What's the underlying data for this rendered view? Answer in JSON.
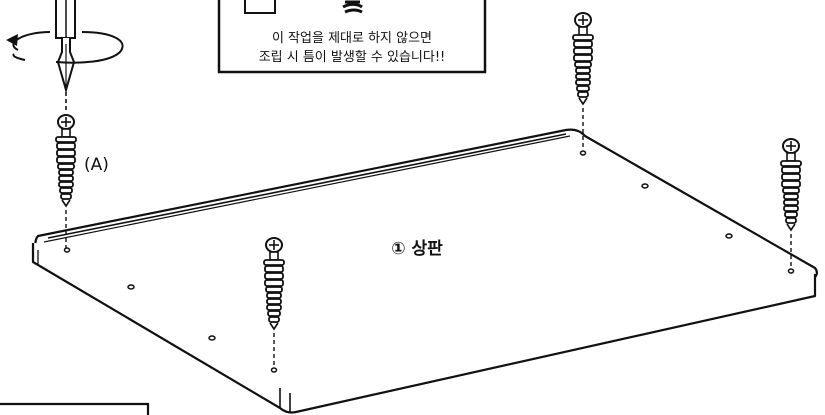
{
  "notice": {
    "line1": "이 작업을 제대로 하지 않으면",
    "line2": "조립 시 틈이 발생할 수 있습니다!!"
  },
  "labels": {
    "part_a": "(A)",
    "panel_name": "① 상판"
  },
  "icons": [
    "screwdriver-icon",
    "rotation-arrow-icon",
    "cam-bolt-icon",
    "coil-icon"
  ],
  "colors": {
    "line": "#111111",
    "background": "#ffffff"
  }
}
